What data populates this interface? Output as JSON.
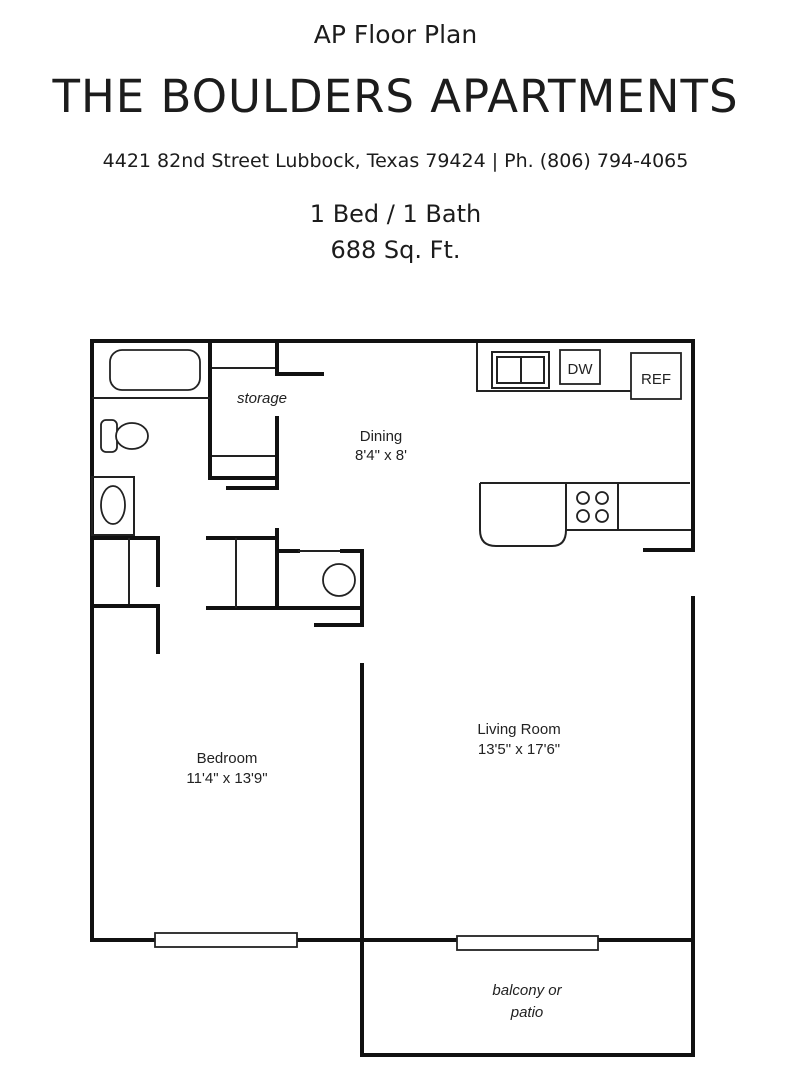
{
  "header": {
    "subtitle": "AP Floor Plan",
    "title": "THE BOULDERS APARTMENTS",
    "address": "4421 82nd Street Lubbock, Texas 79424 | Ph. (806) 794-4065",
    "units": "1 Bed / 1 Bath",
    "square_feet": "688 Sq. Ft."
  },
  "floor_plan": {
    "rooms": [
      {
        "name": "Dining",
        "dimensions": "8'4\" x 8'"
      },
      {
        "name": "Living Room",
        "dimensions": "13'5\" x 17'6\""
      },
      {
        "name": "Bedroom",
        "dimensions": "11'4\" x 13'9\""
      }
    ],
    "labels": {
      "storage": "storage",
      "dishwasher": "DW",
      "refrigerator": "REF",
      "balcony_line1": "balcony or",
      "balcony_line2": "patio"
    }
  }
}
